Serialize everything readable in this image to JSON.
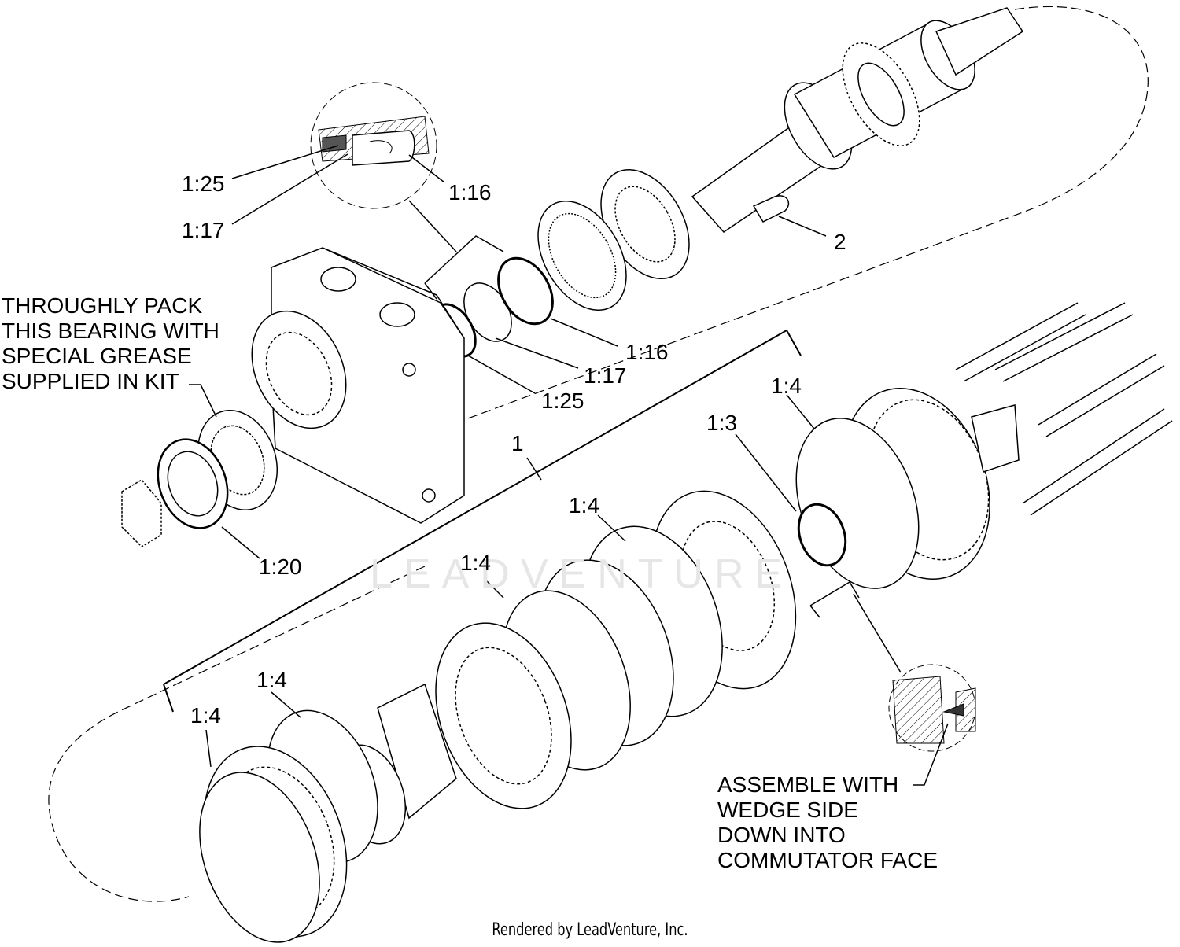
{
  "callouts": {
    "c_1_25_top": "1:25",
    "c_1_17_top": "1:17",
    "c_1_16_top": "1:16",
    "c_2": "2",
    "c_1_16_mid": "1:16",
    "c_1_17_mid": "1:17",
    "c_1_25_mid": "1:25",
    "c_1_4_right": "1:4",
    "c_1_3": "1:3",
    "c_1": "1",
    "c_1_4_a": "1:4",
    "c_1_4_b": "1:4",
    "c_1_4_c": "1:4",
    "c_1_4_d": "1:4",
    "c_1_20": "1:20"
  },
  "notes": {
    "grease": [
      "THROUGHLY PACK",
      "THIS BEARING WITH",
      "SPECIAL GREASE",
      "SUPPLIED IN KIT"
    ],
    "assemble": [
      "ASSEMBLE WITH",
      "WEDGE SIDE",
      "DOWN INTO",
      "COMMUTATOR FACE"
    ]
  },
  "footer": "Rendered by LeadVenture, Inc.",
  "watermark": "LEADVENTURE"
}
